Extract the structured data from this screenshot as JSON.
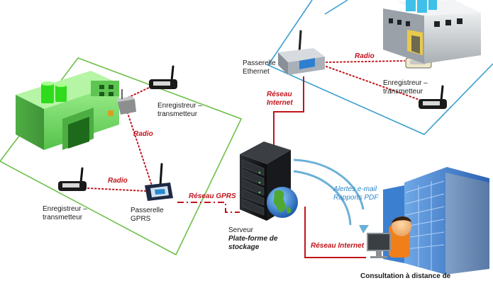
{
  "labels": {
    "logger_top": [
      "Enregistreur –",
      "transmetteur"
    ],
    "logger_left": [
      "Enregistreur –",
      "transmetteur"
    ],
    "logger_right": [
      "Enregistreur –",
      "transmetteur"
    ],
    "gateway_gprs": [
      "Passerelle",
      "GPRS"
    ],
    "gateway_ethernet": [
      "Passerelle",
      "Ethernet"
    ],
    "radio": "Radio",
    "reseau_gprs": "Réseau GPRS",
    "reseau_internet_top": [
      "Réseau",
      "Internet"
    ],
    "reseau_internet_bottom": "Réseau Internet",
    "server_title": "Serveur",
    "server_sub": [
      "Plate-forme de",
      "stockage"
    ],
    "alerts": [
      "Alertes e-mail",
      "Rapports PDF"
    ],
    "consultation": "Consultation à distance de"
  },
  "colors": {
    "zone_left": "#6fc04a",
    "zone_right": "#3a9fd0",
    "network_line": "#c0141c",
    "radio_dots": "#c0141c",
    "alert_arrows": "#6ab0d8",
    "factory_green": "#7fe07a",
    "building_grey": "#cfd3d6"
  },
  "icons": [
    "factory-green-icon",
    "factory-grey-icon",
    "office-tower-icon",
    "server-rack-icon",
    "globe-icon",
    "gprs-gateway-icon",
    "ethernet-gateway-icon",
    "data-logger-icon",
    "user-computer-icon"
  ]
}
